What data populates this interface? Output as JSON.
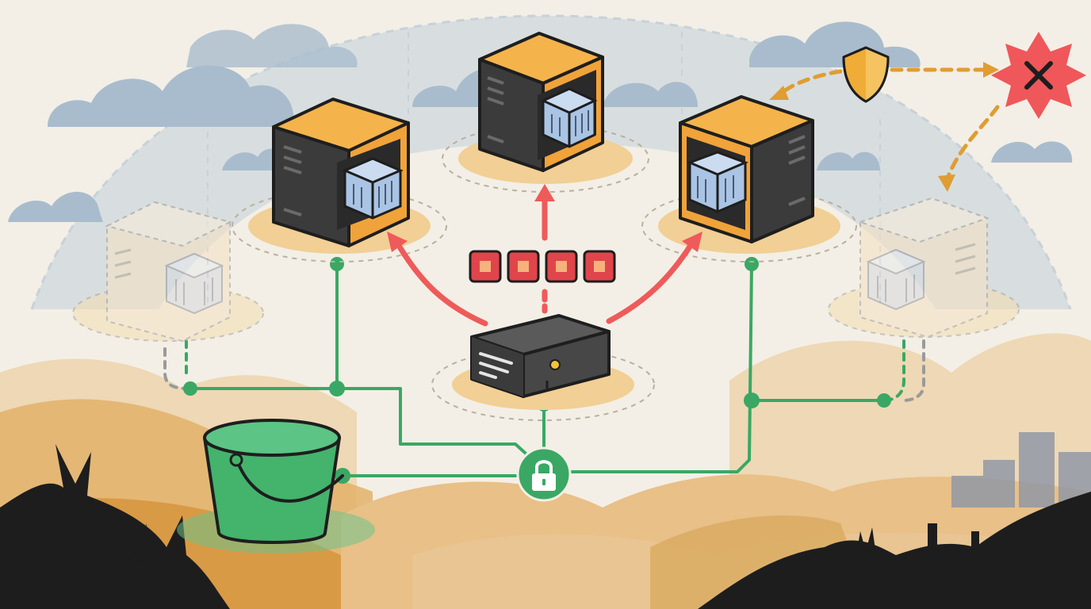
{
  "colors": {
    "background": "#f3efe6",
    "sky_cloud": "#a9bccd",
    "dune_light": "#ebcf9f",
    "dune_mid": "#e2b26a",
    "dune_dark": "#d99a45",
    "server_orange": "#f0a33a",
    "server_dark": "#3a3a3a",
    "container_blue": "#a9c4e4",
    "network_green": "#3aa864",
    "bucket_green": "#44b36c",
    "traffic_red": "#ef5a5a",
    "queue_red": "#e0454b",
    "threat_red": "#f0575a",
    "shield_gold": "#efac36",
    "dashed_arrow": "#df9d33",
    "faded_server": "#f3dcb5",
    "silhouette": "#1d1d1d"
  },
  "icons": {
    "load_balancer": "load-balancer-icon",
    "active_server": "server-container-icon",
    "standby_server": "standby-server-icon",
    "storage_bucket": "bucket-icon",
    "lock": "lock-icon",
    "shield": "shield-icon",
    "threat": "threat-burst-icon",
    "request_queue": "request-queue-icon",
    "cloud": "cloud-icon"
  },
  "diagram": {
    "active_servers": 3,
    "standby_servers": 2,
    "queued_requests": 4,
    "traffic_routes": 3
  }
}
